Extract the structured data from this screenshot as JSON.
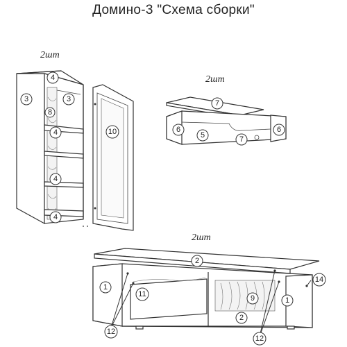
{
  "title": "Домино-3 \"Схема сборки\"",
  "groups": [
    {
      "id": "cabinet",
      "quantity": "2шт"
    },
    {
      "id": "shelf",
      "quantity": "2шт"
    },
    {
      "id": "tv-stand",
      "quantity": "2шт"
    }
  ],
  "cabinet_callouts": [
    "4",
    "3",
    "3",
    "8",
    "4",
    "4",
    "4",
    "10"
  ],
  "shelf_callouts": [
    "7",
    "6",
    "5",
    "7",
    "6"
  ],
  "stand_callouts": [
    "2",
    "1",
    "11",
    "9",
    "1",
    "2",
    "14",
    "12",
    "12"
  ]
}
